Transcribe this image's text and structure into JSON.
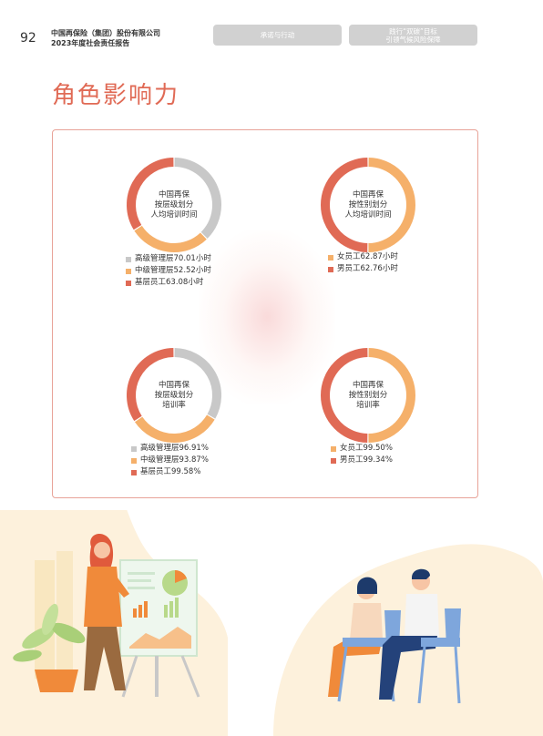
{
  "header": {
    "page_number": "92",
    "company_line1": "中国再保险（集团）股份有限公司",
    "company_line2": "2023年度社会责任报告",
    "tab1": "承诺与行动",
    "tab2_line1": "践行“双碳”目标",
    "tab2_line2": "引领气候风险保障"
  },
  "section": {
    "title": "角色影响力"
  },
  "colors": {
    "senior": "#c8c8c8",
    "middle": "#f5b06a",
    "grassroots": "#e06a55",
    "female": "#f5b06a",
    "male": "#e06a55"
  },
  "charts": [
    {
      "label_lines": [
        "中国再保",
        "按层级划分",
        "人均培训时间"
      ],
      "legend": [
        "高级管理层70.01小时",
        "中级管理层52.52小时",
        "基层员工63.08小时"
      ],
      "values": [
        70.01,
        52.52,
        63.08
      ],
      "colors": [
        "#c8c8c8",
        "#f5b06a",
        "#e06a55"
      ]
    },
    {
      "label_lines": [
        "中国再保",
        "按性别划分",
        "人均培训时间"
      ],
      "legend": [
        "女员工62.87小时",
        "男员工62.76小时"
      ],
      "values": [
        62.87,
        62.76
      ],
      "colors": [
        "#f5b06a",
        "#e06a55"
      ]
    },
    {
      "label_lines": [
        "中国再保",
        "按层级划分",
        "培训率"
      ],
      "legend": [
        "高级管理层96.91%",
        "中级管理层93.87%",
        "基层员工99.58%"
      ],
      "values": [
        96.91,
        93.87,
        99.58
      ],
      "colors": [
        "#c8c8c8",
        "#f5b06a",
        "#e06a55"
      ]
    },
    {
      "label_lines": [
        "中国再保",
        "按性别划分",
        "培训率"
      ],
      "legend": [
        "女员工99.50%",
        "男员工99.34%"
      ],
      "values": [
        99.5,
        99.34
      ],
      "colors": [
        "#f5b06a",
        "#e06a55"
      ]
    }
  ]
}
